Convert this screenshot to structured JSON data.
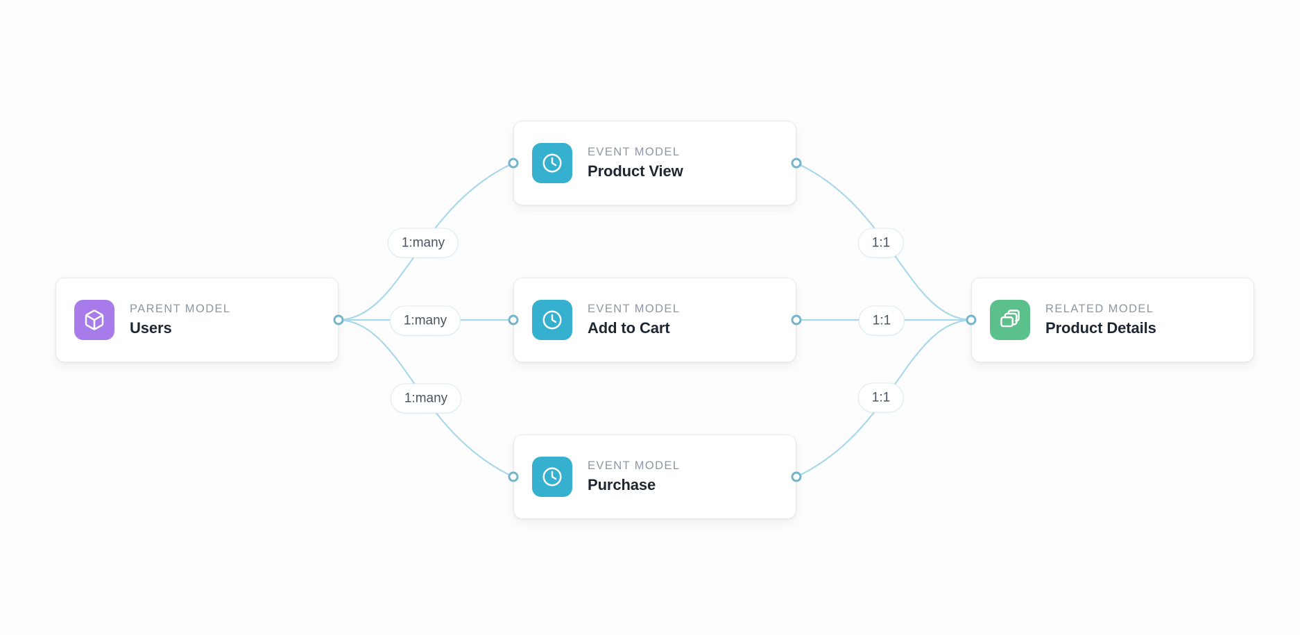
{
  "canvas": {
    "background": "#fdfdfd",
    "edge_color": "#a9d9e9",
    "port_color": "#74b4cd"
  },
  "nodes": {
    "parent": {
      "kicker": "PARENT MODEL",
      "title": "Users",
      "icon": "cube-icon",
      "icon_color": "#a77bea"
    },
    "events": [
      {
        "kicker": "EVENT MODEL",
        "title": "Product View",
        "icon": "clock-icon",
        "icon_color": "#35b0ce"
      },
      {
        "kicker": "EVENT MODEL",
        "title": "Add to Cart",
        "icon": "clock-icon",
        "icon_color": "#35b0ce"
      },
      {
        "kicker": "EVENT MODEL",
        "title": "Purchase",
        "icon": "clock-icon",
        "icon_color": "#35b0ce"
      }
    ],
    "related": {
      "kicker": "RELATED MODEL",
      "title": "Product Details",
      "icon": "layers-icon",
      "icon_color": "#5cc08d"
    }
  },
  "relationships": {
    "left": [
      {
        "label": "1:many"
      },
      {
        "label": "1:many"
      },
      {
        "label": "1:many"
      }
    ],
    "right": [
      {
        "label": "1:1"
      },
      {
        "label": "1:1"
      },
      {
        "label": "1:1"
      }
    ]
  }
}
